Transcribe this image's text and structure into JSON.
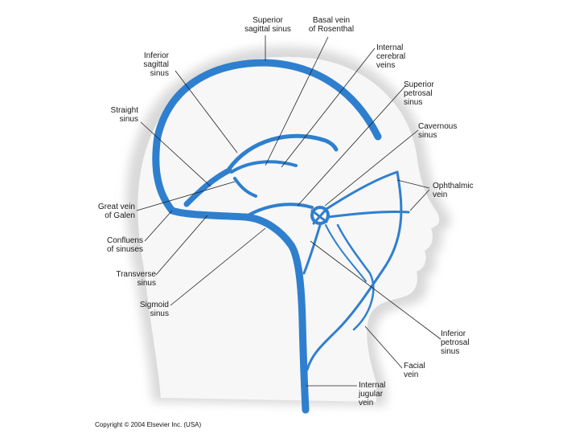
{
  "labels": {
    "superior_sagittal_sinus": "Superior\nsagittal sinus",
    "basal_vein_of_rosenthal": "Basal vein\nof Rosenthal",
    "internal_cerebral_veins": "Internal\ncerebral\nveins",
    "inferior_sagittal_sinus": "Inferior\nsagittal\nsinus",
    "superior_petrosal_sinus": "Superior\npetrosal\nsinus",
    "straight_sinus": "Straight\nsinus",
    "cavernous_sinus": "Cavernous\nsinus",
    "ophthalmic_vein": "Ophthalmic\nvein",
    "great_vein_of_galen": "Great vein\nof Galen",
    "confluens_of_sinuses": "Confluens\nof sinuses",
    "transverse_sinus": "Transverse\nsinus",
    "sigmoid_sinus": "Sigmoid\nsinus",
    "inferior_petrosal_sinus": "Inferior\npetrosal\nsinus",
    "facial_vein": "Facial\nvein",
    "internal_jugular_vein": "Internal\njugular\nvein"
  },
  "copyright": "Copyright © 2004 Elsevier Inc. (USA)",
  "colors": {
    "vein": "#2f7fcf",
    "vein_dark": "#1f5fa8",
    "head_shadow": "#d9d9d9",
    "head_fill": "#f7f7f7"
  }
}
